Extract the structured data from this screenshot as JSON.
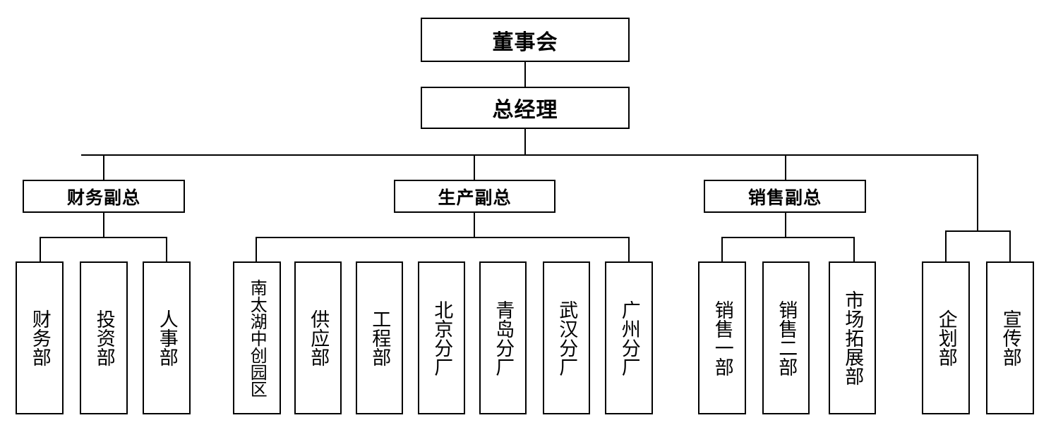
{
  "chart_title": "",
  "chart_type": "organization-chart",
  "language": "zh-CN",
  "colors": {
    "background": "#ffffff",
    "box_fill": "#ffffff",
    "box_border": "#000000",
    "line": "#000000",
    "text": "#000000"
  },
  "levels": {
    "level1_label": "董事会",
    "level2_label": "总经理"
  },
  "nodes": {
    "board": "董事会",
    "general_manager": "总经理",
    "vp_finance": "财务副总",
    "vp_production": "生产副总",
    "vp_sales": "销售副总"
  },
  "finance_children": [
    {
      "label": "财务部"
    },
    {
      "label": "投资部"
    },
    {
      "label": "人事部"
    }
  ],
  "production_children": [
    {
      "label": "南太湖中创园区"
    },
    {
      "label": "供应部"
    },
    {
      "label": "工程部"
    },
    {
      "label": "北京分厂"
    },
    {
      "label": "青岛分厂"
    },
    {
      "label": "武汉分厂"
    },
    {
      "label": "广州分厂"
    }
  ],
  "sales_children": [
    {
      "label": "销售一部"
    },
    {
      "label": "销售二部"
    },
    {
      "label": "市场拓展部"
    }
  ],
  "gm_direct_children": [
    {
      "label": "企划部"
    },
    {
      "label": "宣传部"
    }
  ]
}
